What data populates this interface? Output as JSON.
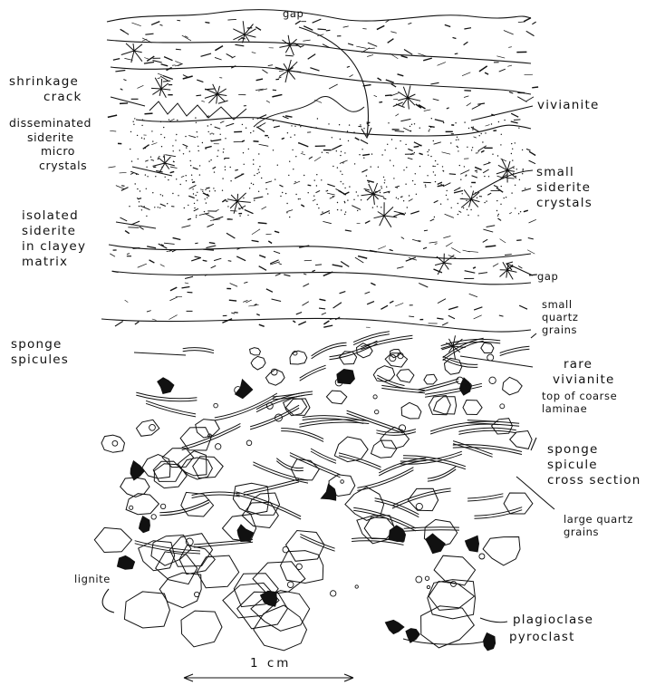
{
  "labels": {
    "gap_top": "gap",
    "shrinkage_crack": [
      "shrinkage",
      "crack"
    ],
    "vivianite": "vivianite",
    "disseminated_siderite": [
      "disseminated",
      "siderite",
      "micro",
      "crystals"
    ],
    "small_siderite": [
      "small",
      "siderite",
      "crystals"
    ],
    "isolated_siderite": [
      "isolated",
      "siderite",
      "in clayey",
      "matrix"
    ],
    "gap_mid": "gap",
    "small_quartz": [
      "small",
      "quartz",
      "grains"
    ],
    "sponge_spicules": [
      "sponge",
      "spicules"
    ],
    "rare_vivianite": [
      "rare",
      "vivianite"
    ],
    "top_coarse": [
      "top of coarse",
      "laminae"
    ],
    "sponge_cross": [
      "sponge",
      "spicule",
      "cross section"
    ],
    "large_quartz": [
      "large quartz",
      "grains"
    ],
    "lignite": "lignite",
    "plagioclase": "plagioclase",
    "pyroclast": "pyroclast"
  },
  "scale_bar": {
    "label": "1 cm"
  },
  "colors": {
    "ink": "#111111",
    "paper": "#ffffff"
  }
}
